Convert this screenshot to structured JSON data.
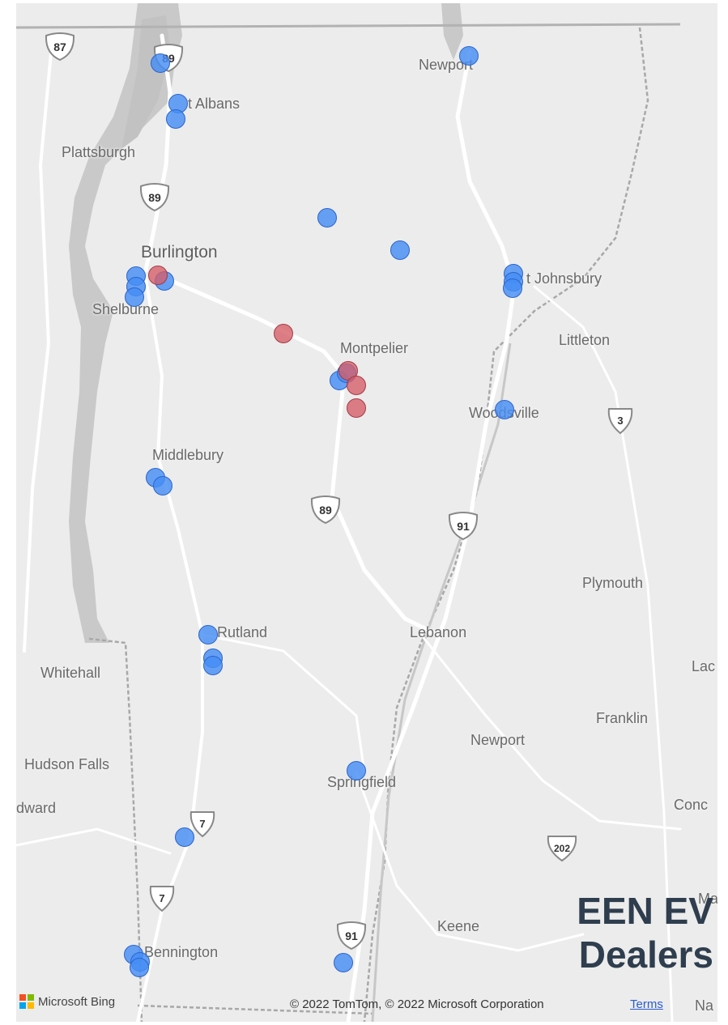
{
  "title": {
    "line1": "EEN EV",
    "line2": "Dealers"
  },
  "attribution": {
    "bing_label": "Microsoft Bing",
    "copyright": "© 2022 TomTom, © 2022 Microsoft Corporation",
    "terms_link": "Terms",
    "logo_colors": [
      "#f25022",
      "#7fba00",
      "#00a4ef",
      "#ffb900"
    ]
  },
  "places": [
    {
      "id": "newport-vt",
      "label": "Newport"
    },
    {
      "id": "st-albans",
      "label": "t Albans"
    },
    {
      "id": "plattsburgh",
      "label": "Plattsburgh"
    },
    {
      "id": "burlington",
      "label": "Burlington"
    },
    {
      "id": "shelburne",
      "label": "Shelburne"
    },
    {
      "id": "st-johnsbury",
      "label": "t Johnsbury"
    },
    {
      "id": "littleton",
      "label": "Littleton"
    },
    {
      "id": "montpelier",
      "label": "Montpelier"
    },
    {
      "id": "woodsville",
      "label": "Woodsville"
    },
    {
      "id": "middlebury",
      "label": "Middlebury"
    },
    {
      "id": "plymouth",
      "label": "Plymouth"
    },
    {
      "id": "rutland",
      "label": "Rutland"
    },
    {
      "id": "lebanon",
      "label": "Lebanon"
    },
    {
      "id": "whitehall",
      "label": "Whitehall"
    },
    {
      "id": "lac",
      "label": "Lac"
    },
    {
      "id": "franklin",
      "label": "Franklin"
    },
    {
      "id": "newport-nh",
      "label": "Newport"
    },
    {
      "id": "hudson-falls",
      "label": "Hudson Falls"
    },
    {
      "id": "springfield",
      "label": "Springfield"
    },
    {
      "id": "edward",
      "label": "dward"
    },
    {
      "id": "concord",
      "label": "Conc"
    },
    {
      "id": "keene",
      "label": "Keene"
    },
    {
      "id": "bennington",
      "label": "Bennington"
    },
    {
      "id": "na",
      "label": "Na"
    },
    {
      "id": "ma",
      "label": "Ma"
    }
  ],
  "highway_shields": [
    {
      "id": "i87",
      "label": "87"
    },
    {
      "id": "i89-north",
      "label": "89"
    },
    {
      "id": "i89-mid",
      "label": "89"
    },
    {
      "id": "i89-south",
      "label": "89"
    },
    {
      "id": "i91-north",
      "label": "91"
    },
    {
      "id": "i91-south",
      "label": "91"
    },
    {
      "id": "us3",
      "label": "3"
    },
    {
      "id": "us7-north",
      "label": "7"
    },
    {
      "id": "us7-south",
      "label": "7"
    },
    {
      "id": "nh202",
      "label": "202"
    }
  ],
  "colors": {
    "dealer_blue": "#458ef5",
    "dealer_red": "#d65c68",
    "map_bg": "#ececec",
    "road": "#ffffff",
    "water": "#c8c8c8"
  }
}
